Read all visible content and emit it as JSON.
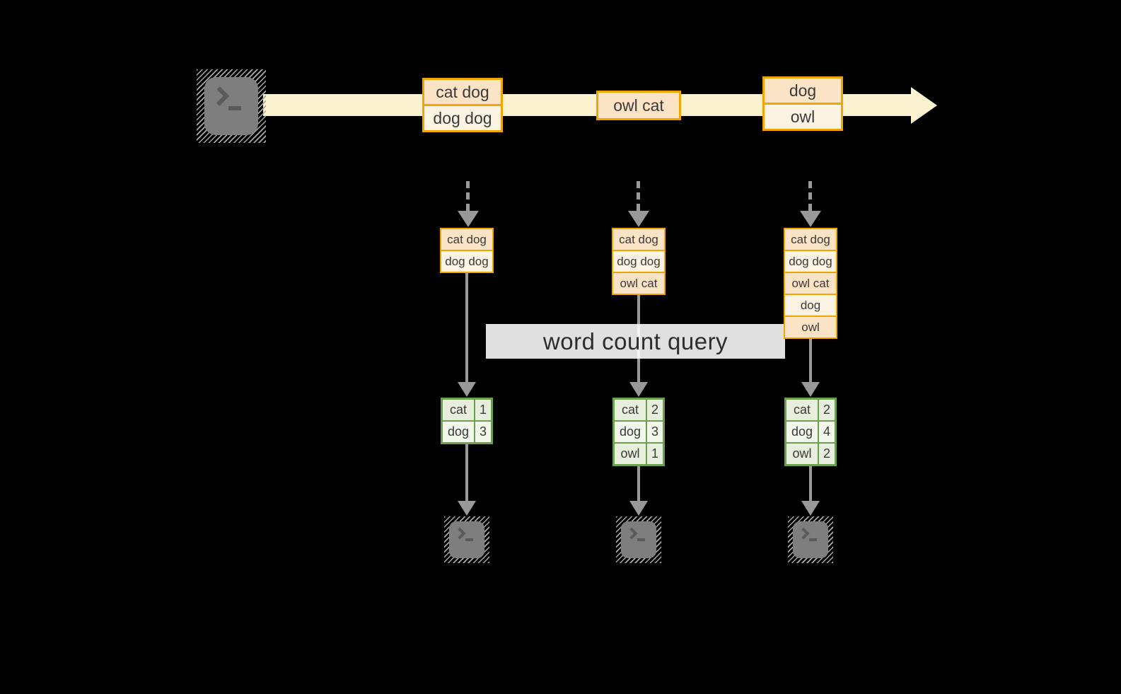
{
  "query": {
    "label": "word count query"
  },
  "stream": {
    "boxes": [
      {
        "lines": [
          "cat dog",
          "dog dog"
        ]
      },
      {
        "lines": [
          "owl cat"
        ]
      },
      {
        "lines": [
          "dog",
          "owl"
        ]
      }
    ]
  },
  "states": [
    {
      "lines": [
        "cat dog",
        "dog dog"
      ]
    },
    {
      "lines": [
        "cat dog",
        "dog dog",
        "owl cat"
      ]
    },
    {
      "lines": [
        "cat dog",
        "dog dog",
        "owl cat",
        "dog",
        "owl"
      ]
    }
  ],
  "counts": [
    {
      "rows": [
        {
          "word": "cat",
          "count": "1"
        },
        {
          "word": "dog",
          "count": "3"
        }
      ]
    },
    {
      "rows": [
        {
          "word": "cat",
          "count": "2"
        },
        {
          "word": "dog",
          "count": "3"
        },
        {
          "word": "owl",
          "count": "1"
        }
      ]
    },
    {
      "rows": [
        {
          "word": "cat",
          "count": "2"
        },
        {
          "word": "dog",
          "count": "4"
        },
        {
          "word": "owl",
          "count": "2"
        }
      ]
    }
  ],
  "icons": {
    "source": "terminal-icon",
    "outputs": [
      "terminal-icon",
      "terminal-icon",
      "terminal-icon"
    ]
  },
  "colors": {
    "background": "#000000",
    "stream_band": "#fbf2cf",
    "orange_border": "#f0a500",
    "peach_fill": "#fbe3c6",
    "cream_fill": "#fdf3e3",
    "green_border": "#6ba14c",
    "green_fill_dark": "#e7eede",
    "green_fill_light": "#f2f6eb",
    "arrow_gray": "#999999",
    "terminal_gray": "#7e7e7e",
    "query_band": "#ffffff",
    "text": "#3a3a3a"
  }
}
